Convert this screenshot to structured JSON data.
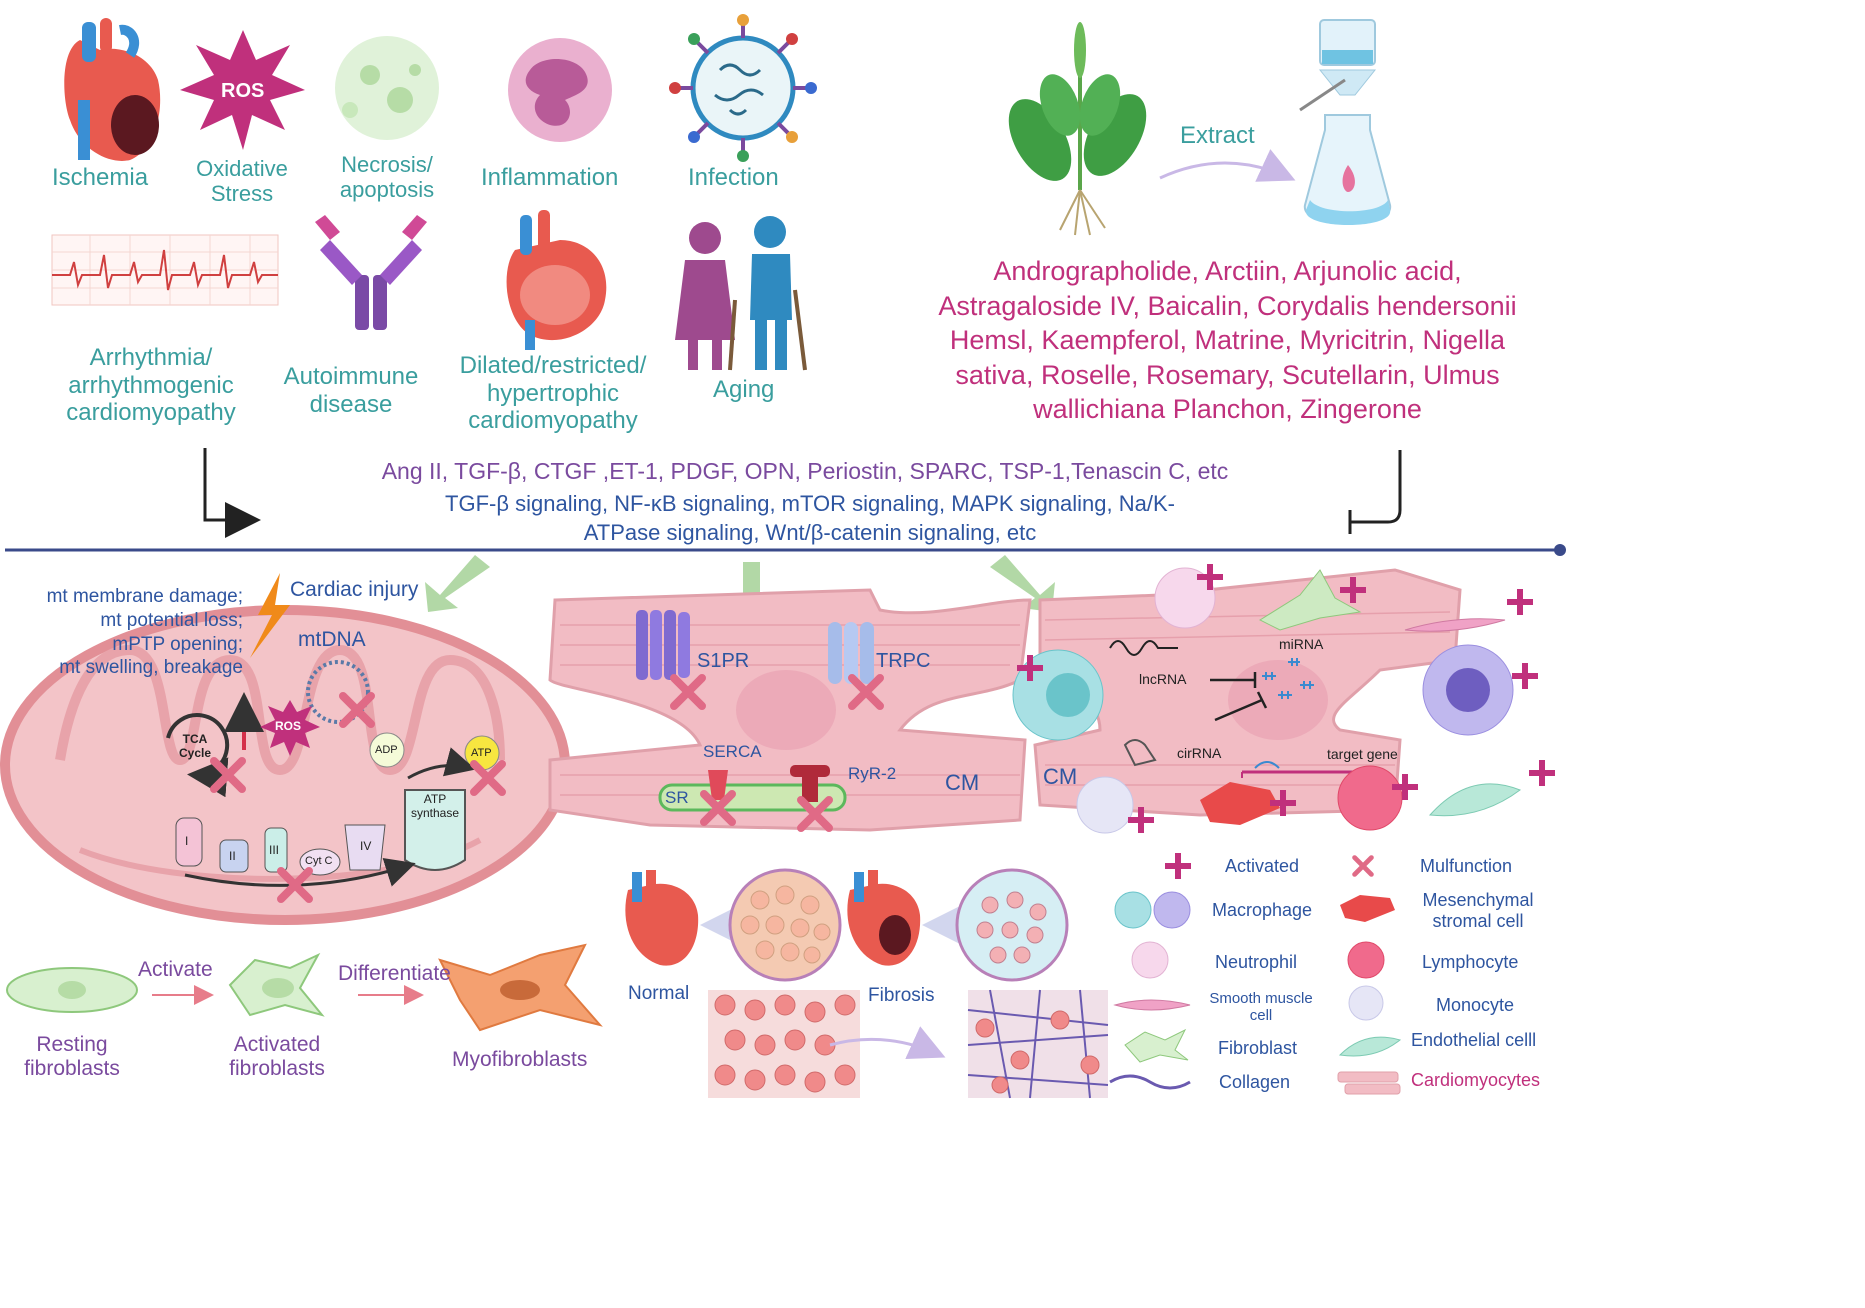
{
  "causes": {
    "ischemia": "Ischemia",
    "oxidative": [
      "Oxidative",
      "Stress"
    ],
    "ros_badge": "ROS",
    "necrosis": [
      "Necrosis/",
      "apoptosis"
    ],
    "inflammation": "Inflammation",
    "infection": "Infection",
    "arrhythmia": [
      "Arrhythmia/",
      "arrhythmogenic",
      "cardiomyopathy"
    ],
    "autoimmune": [
      "Autoimmune",
      "disease"
    ],
    "dilated": [
      "Dilated/restricted/",
      "hypertrophic",
      "cardiomyopathy"
    ],
    "aging": "Aging"
  },
  "herbal": {
    "extract": "Extract",
    "compounds": [
      "Andrographolide, Arctiin, Arjunolic acid,",
      "Astragaloside IV, Baicalin, Corydalis hendersonii",
      "Hemsl, Kaempferol, Matrine, Myricitrin, Nigella",
      "sativa, Roselle, Rosemary, Scutellarin, Ulmus",
      "wallichiana Planchon, Zingerone"
    ]
  },
  "mediators": "Ang II, TGF-β, CTGF ,ET-1, PDGF, OPN, Periostin, SPARC, TSP-1,Tenascin C, etc",
  "signaling": [
    "TGF-β signaling, NF-κB signaling, mTOR signaling, MAPK signaling, Na/K-",
    "ATPase signaling, Wnt/β-catenin signaling, etc"
  ],
  "mito": {
    "damage": [
      "mt membrane damage;",
      "mt potential loss;",
      "mPTP opening;",
      "mt swelling, breakage"
    ],
    "cardiac_injury": "Cardiac injury",
    "mtdna": "mtDNA",
    "tca": [
      "TCA",
      "Cycle"
    ],
    "ros": "ROS",
    "adp": "ADP",
    "atp": "ATP",
    "atp_synthase": [
      "ATP",
      "synthase"
    ],
    "complexes": [
      "I",
      "II",
      "III",
      "Cyt C",
      "IV"
    ]
  },
  "cardiomyocyte": {
    "s1pr": "S1PR",
    "trpc": "TRPC",
    "serca": "SERCA",
    "ryr2": "RyR-2",
    "sr": "SR",
    "cm": "CM"
  },
  "rna": {
    "mirna": "miRNA",
    "lncrna": "lncRNA",
    "cirrna": "cirRNA",
    "target_gene": "target gene",
    "cm": "CM"
  },
  "fibroblasts": {
    "activate": "Activate",
    "differentiate": "Differentiate",
    "resting": [
      "Resting",
      "fibroblasts"
    ],
    "activated": [
      "Activated",
      "fibroblasts"
    ],
    "myo": "Myofibroblasts"
  },
  "hearts": {
    "normal": "Normal",
    "fibrosis": "Fibrosis"
  },
  "legend": {
    "activated": "Activated",
    "mulfunction": "Mulfunction",
    "macrophage": "Macrophage",
    "msc": [
      "Mesenchymal",
      "stromal cell"
    ],
    "neutrophil": "Neutrophil",
    "lymphocyte": "Lymphocyte",
    "smooth": [
      "Smooth muscle",
      "cell"
    ],
    "monocyte": "Monocyte",
    "fibroblast": "Fibroblast",
    "endothelial": "Endothelial celll",
    "collagen": "Collagen",
    "cardiomyocytes": "Cardiomyocytes"
  },
  "colors": {
    "teal": "#3a9e9e",
    "magenta": "#c0307c",
    "purple": "#7a4a9e",
    "blue": "#2e55a0",
    "cell_pink": "#f2bcc4",
    "cross": "#e06a86"
  }
}
